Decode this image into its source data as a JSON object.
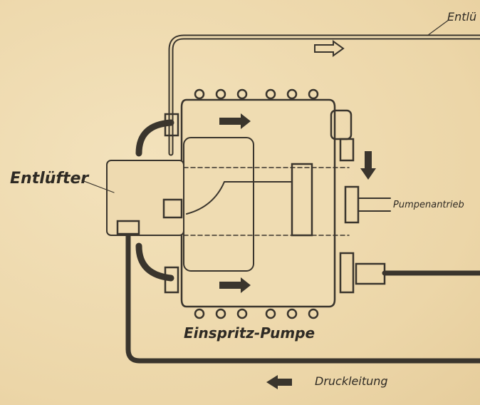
{
  "labels": {
    "top_right": "Entlü",
    "vent": "Entlüfter",
    "drive": "Pumpenantrieb",
    "pump": "Einspritz-Pumpe",
    "pressure_line": "Druckleitung"
  },
  "colors": {
    "ink": "#3a352d",
    "paper": "#efdbb0"
  }
}
